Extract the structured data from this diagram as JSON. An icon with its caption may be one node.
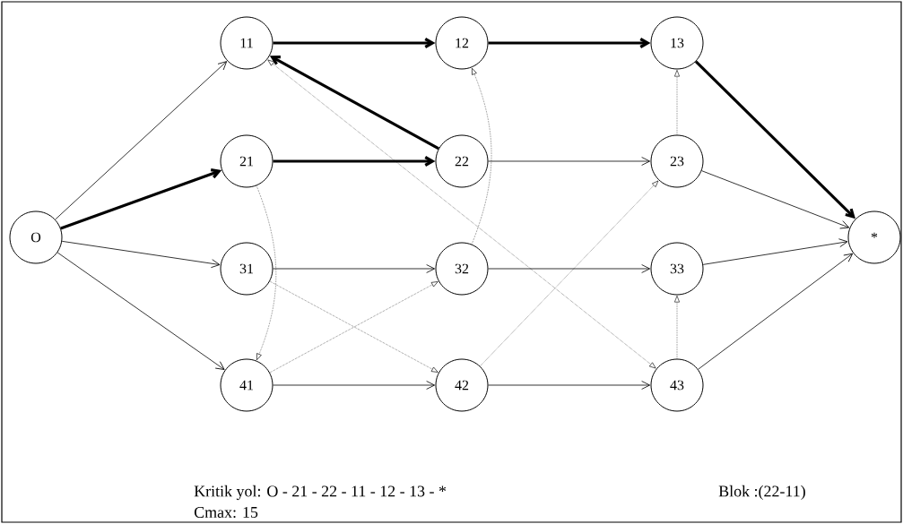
{
  "diagram": {
    "nodes": [
      {
        "text": [
          "O"
        ]
      },
      {
        "text": [
          "11"
        ]
      },
      {
        "text": [
          "12"
        ]
      },
      {
        "text": [
          "13"
        ]
      },
      {
        "text": [
          "21"
        ]
      },
      {
        "text": [
          "22"
        ]
      },
      {
        "text": [
          "23"
        ]
      },
      {
        "text": [
          "31"
        ]
      },
      {
        "text": [
          "32"
        ]
      },
      {
        "text": [
          "33"
        ]
      },
      {
        "text": [
          "41"
        ]
      },
      {
        "text": [
          "42"
        ]
      },
      {
        "text": [
          "43"
        ]
      },
      {
        "text": [
          "*"
        ]
      }
    ],
    "edges": [
      {
        "from": 0,
        "to": 1,
        "arrow": "to"
      },
      {
        "from": 0,
        "to": 4,
        "arrow": "to",
        "style": "thick"
      },
      {
        "from": 0,
        "to": 7,
        "arrow": "to"
      },
      {
        "from": 0,
        "to": 10,
        "arrow": "to"
      },
      {
        "from": 1,
        "to": 2,
        "arrow": "to",
        "style": "thick"
      },
      {
        "from": 2,
        "to": 3,
        "arrow": "to",
        "style": "thick"
      },
      {
        "from": 3,
        "to": 13,
        "arrow": "to",
        "style": "thick"
      },
      {
        "from": 4,
        "to": 5,
        "arrow": "to",
        "style": "thick"
      },
      {
        "from": 5,
        "to": 1,
        "arrow": "to",
        "style": "thick"
      },
      {
        "from": 5,
        "to": 6,
        "arrow": "to"
      },
      {
        "from": 6,
        "to": 13,
        "arrow": "to"
      },
      {
        "from": 7,
        "to": 8,
        "arrow": "to"
      },
      {
        "from": 8,
        "to": 9,
        "arrow": "to"
      },
      {
        "from": 9,
        "to": 13,
        "arrow": "to"
      },
      {
        "from": 10,
        "to": 11,
        "arrow": "to"
      },
      {
        "from": 11,
        "to": 12,
        "arrow": "to"
      },
      {
        "from": 12,
        "to": 13,
        "arrow": "to"
      },
      {
        "from": 4,
        "to": 10,
        "arrow": "to",
        "style": "dashed"
      },
      {
        "from": 7,
        "to": 11,
        "arrow": "to",
        "style": "dashed"
      },
      {
        "from": 10,
        "to": 8,
        "arrow": "to",
        "style": "dashed"
      },
      {
        "from": 8,
        "to": 2,
        "arrow": "to",
        "style": "dashed"
      },
      {
        "from": 1,
        "to": 12,
        "arrow": "both",
        "style": "dashed"
      },
      {
        "from": 11,
        "to": 6,
        "arrow": "to",
        "style": "dashed"
      },
      {
        "from": 6,
        "to": 3,
        "arrow": "to",
        "style": "dashed"
      },
      {
        "from": 12,
        "to": 9,
        "arrow": "to",
        "style": "dashed"
      }
    ],
    "labels": [
      "Kritik yol: O - 21 - 22 - 11 - 12 - 13 - *",
      "Blok :(22-11)",
      "Cmax: 15"
    ]
  }
}
